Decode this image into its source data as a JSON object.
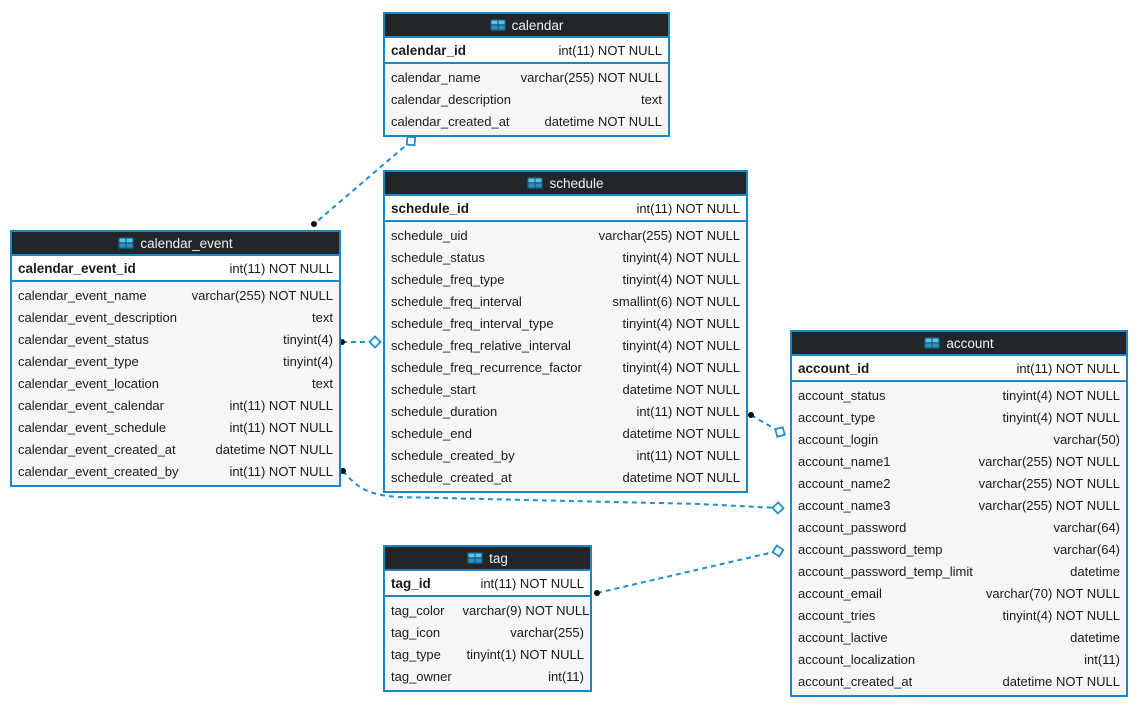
{
  "diagram": {
    "tables": [
      {
        "id": "calendar",
        "title": "calendar",
        "primary_key": {
          "name": "calendar_id",
          "type": "int(11) NOT NULL"
        },
        "columns": [
          {
            "name": "calendar_name",
            "type": "varchar(255) NOT NULL"
          },
          {
            "name": "calendar_description",
            "type": "text"
          },
          {
            "name": "calendar_created_at",
            "type": "datetime NOT NULL"
          }
        ]
      },
      {
        "id": "schedule",
        "title": "schedule",
        "primary_key": {
          "name": "schedule_id",
          "type": "int(11) NOT NULL"
        },
        "columns": [
          {
            "name": "schedule_uid",
            "type": "varchar(255) NOT NULL"
          },
          {
            "name": "schedule_status",
            "type": "tinyint(4) NOT NULL"
          },
          {
            "name": "schedule_freq_type",
            "type": "tinyint(4) NOT NULL"
          },
          {
            "name": "schedule_freq_interval",
            "type": "smallint(6) NOT NULL"
          },
          {
            "name": "schedule_freq_interval_type",
            "type": "tinyint(4) NOT NULL"
          },
          {
            "name": "schedule_freq_relative_interval",
            "type": "tinyint(4) NOT NULL"
          },
          {
            "name": "schedule_freq_recurrence_factor",
            "type": "tinyint(4) NOT NULL"
          },
          {
            "name": "schedule_start",
            "type": "datetime NOT NULL"
          },
          {
            "name": "schedule_duration",
            "type": "int(11) NOT NULL"
          },
          {
            "name": "schedule_end",
            "type": "datetime NOT NULL"
          },
          {
            "name": "schedule_created_by",
            "type": "int(11) NOT NULL"
          },
          {
            "name": "schedule_created_at",
            "type": "datetime NOT NULL"
          }
        ]
      },
      {
        "id": "calendar_event",
        "title": "calendar_event",
        "primary_key": {
          "name": "calendar_event_id",
          "type": "int(11) NOT NULL"
        },
        "columns": [
          {
            "name": "calendar_event_name",
            "type": "varchar(255) NOT NULL"
          },
          {
            "name": "calendar_event_description",
            "type": "text"
          },
          {
            "name": "calendar_event_status",
            "type": "tinyint(4)"
          },
          {
            "name": "calendar_event_type",
            "type": "tinyint(4)"
          },
          {
            "name": "calendar_event_location",
            "type": "text"
          },
          {
            "name": "calendar_event_calendar",
            "type": "int(11) NOT NULL"
          },
          {
            "name": "calendar_event_schedule",
            "type": "int(11) NOT NULL"
          },
          {
            "name": "calendar_event_created_at",
            "type": "datetime NOT NULL"
          },
          {
            "name": "calendar_event_created_by",
            "type": "int(11) NOT NULL"
          }
        ]
      },
      {
        "id": "account",
        "title": "account",
        "primary_key": {
          "name": "account_id",
          "type": "int(11) NOT NULL"
        },
        "columns": [
          {
            "name": "account_status",
            "type": "tinyint(4) NOT NULL"
          },
          {
            "name": "account_type",
            "type": "tinyint(4) NOT NULL"
          },
          {
            "name": "account_login",
            "type": "varchar(50)"
          },
          {
            "name": "account_name1",
            "type": "varchar(255) NOT NULL"
          },
          {
            "name": "account_name2",
            "type": "varchar(255) NOT NULL"
          },
          {
            "name": "account_name3",
            "type": "varchar(255) NOT NULL"
          },
          {
            "name": "account_password",
            "type": "varchar(64)"
          },
          {
            "name": "account_password_temp",
            "type": "varchar(64)"
          },
          {
            "name": "account_password_temp_limit",
            "type": "datetime"
          },
          {
            "name": "account_email",
            "type": "varchar(70) NOT NULL"
          },
          {
            "name": "account_tries",
            "type": "tinyint(4) NOT NULL"
          },
          {
            "name": "account_lactive",
            "type": "datetime"
          },
          {
            "name": "account_localization",
            "type": "int(11)"
          },
          {
            "name": "account_created_at",
            "type": "datetime NOT NULL"
          }
        ]
      },
      {
        "id": "tag",
        "title": "tag",
        "primary_key": {
          "name": "tag_id",
          "type": "int(11) NOT NULL"
        },
        "columns": [
          {
            "name": "tag_color",
            "type": "varchar(9) NOT NULL"
          },
          {
            "name": "tag_icon",
            "type": "varchar(255)"
          },
          {
            "name": "tag_type",
            "type": "tinyint(1) NOT NULL"
          },
          {
            "name": "tag_owner",
            "type": "int(11)"
          }
        ]
      }
    ],
    "relationships": [
      {
        "id": "calendar_event-calendar",
        "source": "calendar_event",
        "source_marker": "black-dot",
        "target": "calendar",
        "target_marker": "open-diamond",
        "line_style": "dashed"
      },
      {
        "id": "calendar_event-schedule",
        "source": "calendar_event",
        "source_marker": "black-dot",
        "target": "schedule",
        "target_marker": "open-diamond",
        "line_style": "dashed"
      },
      {
        "id": "schedule-account",
        "source": "schedule",
        "source_marker": "black-dot",
        "target": "account",
        "target_marker": "open-diamond",
        "line_style": "dashed"
      },
      {
        "id": "calendar_event-account",
        "source": "calendar_event",
        "source_marker": "black-dot",
        "target": "account",
        "target_marker": "open-diamond",
        "line_style": "dashed"
      },
      {
        "id": "tag-account",
        "source": "tag",
        "source_marker": "black-dot",
        "target": "account",
        "target_marker": "open-diamond",
        "line_style": "dashed"
      }
    ],
    "colors": {
      "table_border": "#1789c8",
      "header_bg": "#232628",
      "header_text": "#f2f2f2",
      "pk_row_bg": "#ffffff",
      "body_row_bg": "#f6f6f6",
      "row_text": "#1a1a1a",
      "relationship_line": "#1e8ed0",
      "icon_blue_light": "#5ec3ec",
      "icon_blue_dark": "#2a93c4"
    }
  }
}
